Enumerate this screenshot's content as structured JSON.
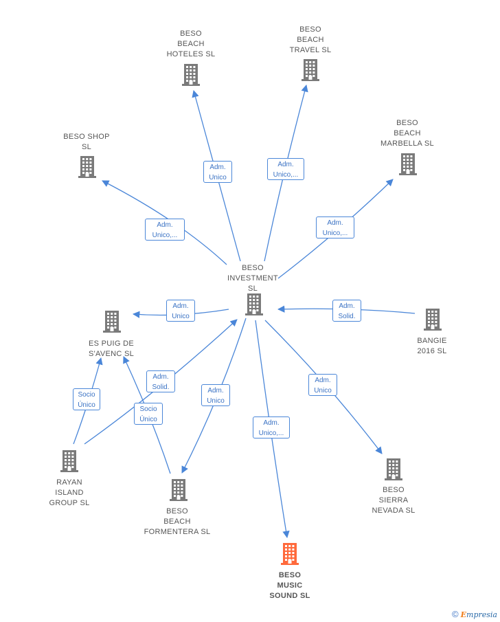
{
  "colors": {
    "node": "#7a7a7a",
    "focus": "#ff6a3c",
    "edge": "#4a86d8",
    "label_text": "#3a72c4"
  },
  "nodes": [
    {
      "id": "beso_investment",
      "label": "BESO\nINVESTMENT\nSL"
    },
    {
      "id": "beso_beach_hoteles",
      "label": "BESO\nBEACH\nHOTELES  SL"
    },
    {
      "id": "beso_beach_travel",
      "label": "BESO\nBEACH\nTRAVEL  SL"
    },
    {
      "id": "beso_shop",
      "label": "BESO SHOP\nSL"
    },
    {
      "id": "beso_beach_marbella",
      "label": "BESO\nBEACH\nMARBELLA  SL"
    },
    {
      "id": "es_puig",
      "label": "ES PUIG DE\nS'AVENC SL"
    },
    {
      "id": "bangie",
      "label": "BANGIE\n2016  SL"
    },
    {
      "id": "rayan_island",
      "label": "RAYAN\nISLAND\nGROUP SL"
    },
    {
      "id": "beso_beach_formentera",
      "label": "BESO\nBEACH\nFORMENTERA SL"
    },
    {
      "id": "beso_sierra_nevada",
      "label": "BESO\nSIERRA\nNEVADA  SL"
    },
    {
      "id": "beso_music_sound",
      "label": "BESO\nMUSIC\nSOUND  SL"
    }
  ],
  "edges": [
    {
      "from": "beso_investment",
      "to": "beso_beach_hoteles",
      "label": "Adm.\nUnico"
    },
    {
      "from": "beso_investment",
      "to": "beso_beach_travel",
      "label": "Adm.\nUnico,..."
    },
    {
      "from": "beso_investment",
      "to": "beso_shop",
      "label": "Adm.\nUnico,..."
    },
    {
      "from": "beso_investment",
      "to": "beso_beach_marbella",
      "label": "Adm.\nUnico,..."
    },
    {
      "from": "beso_investment",
      "to": "es_puig",
      "label": "Adm.\nUnico"
    },
    {
      "from": "bangie",
      "to": "beso_investment",
      "label": "Adm.\nSolid."
    },
    {
      "from": "rayan_island",
      "to": "beso_investment",
      "label": "Adm.\nSolid."
    },
    {
      "from": "rayan_island",
      "to": "es_puig",
      "label": "Socio\nÚnico"
    },
    {
      "from": "beso_beach_formentera",
      "to": "es_puig",
      "label": "Socio\nÚnico"
    },
    {
      "from": "beso_investment",
      "to": "beso_beach_formentera",
      "label": "Adm.\nUnico"
    },
    {
      "from": "beso_investment",
      "to": "beso_sierra_nevada",
      "label": "Adm.\nUnico"
    },
    {
      "from": "beso_investment",
      "to": "beso_music_sound",
      "label": "Adm.\nUnico,..."
    }
  ],
  "footer": {
    "copyright": "©",
    "brand_initial": "E",
    "brand_rest": "mpresia"
  }
}
